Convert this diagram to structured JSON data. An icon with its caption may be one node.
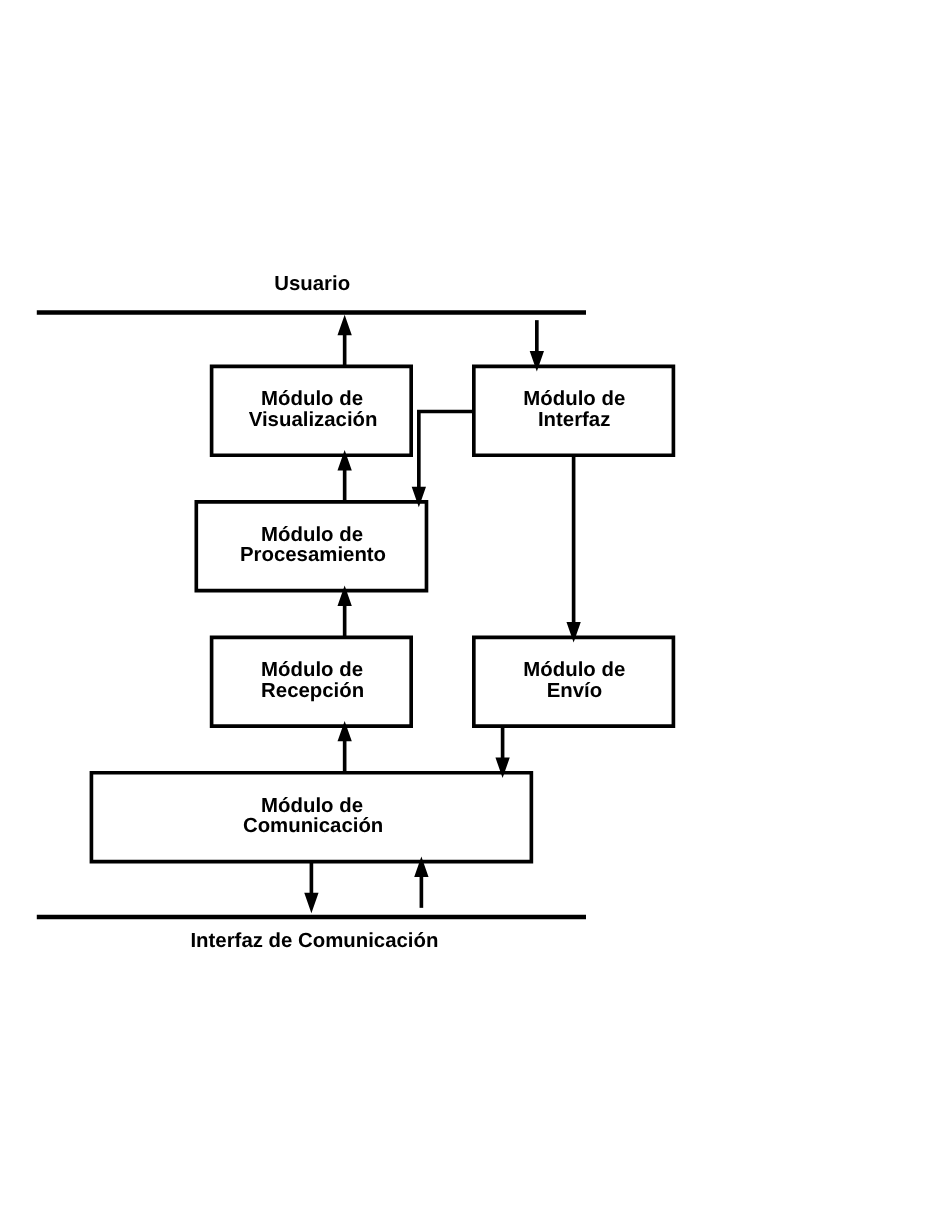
{
  "diagram": {
    "nodes": [
      {
        "text": [
          "Usuario"
        ]
      },
      {
        "text": [
          "Módulo de Visualización"
        ]
      },
      {
        "text": [
          "Módulo de Interfaz"
        ]
      },
      {
        "text": [
          "Módulo de Procesamiento"
        ]
      },
      {
        "text": [
          "Módulo de Recepción"
        ]
      },
      {
        "text": [
          "Módulo de Envío"
        ]
      },
      {
        "text": [
          "Módulo de Comunicación"
        ]
      },
      {
        "text": [
          "Interfaz de Comunicación"
        ]
      }
    ],
    "edges": [
      {
        "from": 1,
        "to": 0,
        "arrow": "to"
      },
      {
        "from": 0,
        "to": 2,
        "arrow": "to"
      },
      {
        "from": 3,
        "to": 1,
        "arrow": "to"
      },
      {
        "from": 2,
        "to": 3,
        "arrow": "to"
      },
      {
        "from": 2,
        "to": 5,
        "arrow": "to"
      },
      {
        "from": 4,
        "to": 3,
        "arrow": "to"
      },
      {
        "from": 6,
        "to": 4,
        "arrow": "to"
      },
      {
        "from": 5,
        "to": 6,
        "arrow": "to"
      },
      {
        "from": 7,
        "to": 6,
        "arrow": "to"
      },
      {
        "from": 6,
        "to": 7,
        "arrow": "to"
      }
    ]
  }
}
